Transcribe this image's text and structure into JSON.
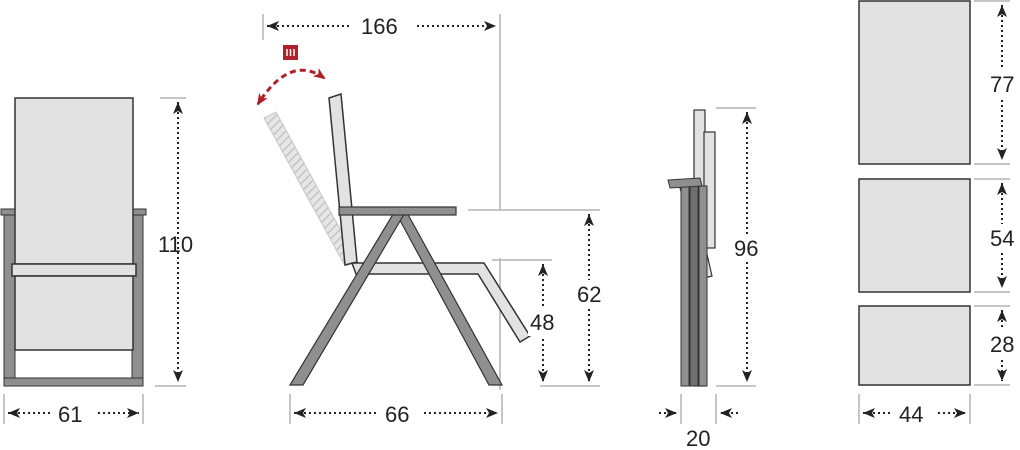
{
  "colors": {
    "frame": "#8f8f8f",
    "frame_dark": "#707070",
    "fabric": "#e2e2e2",
    "outline": "#333333",
    "arrow": "#222222",
    "accent": "#b0202a",
    "ghost": "#d0d0d0"
  },
  "front_view": {
    "width": "61",
    "height": "110"
  },
  "side_view": {
    "total_depth": "166",
    "depth": "66",
    "armrest_height": "62",
    "seat_height": "48"
  },
  "recline": {
    "positions_icon": "recline-positions-icon"
  },
  "folded_view": {
    "folded_height": "96",
    "folded_depth": "20"
  },
  "cushion_view": {
    "back_height": "77",
    "seat_depth": "54",
    "footrest_length": "28",
    "width": "44"
  }
}
